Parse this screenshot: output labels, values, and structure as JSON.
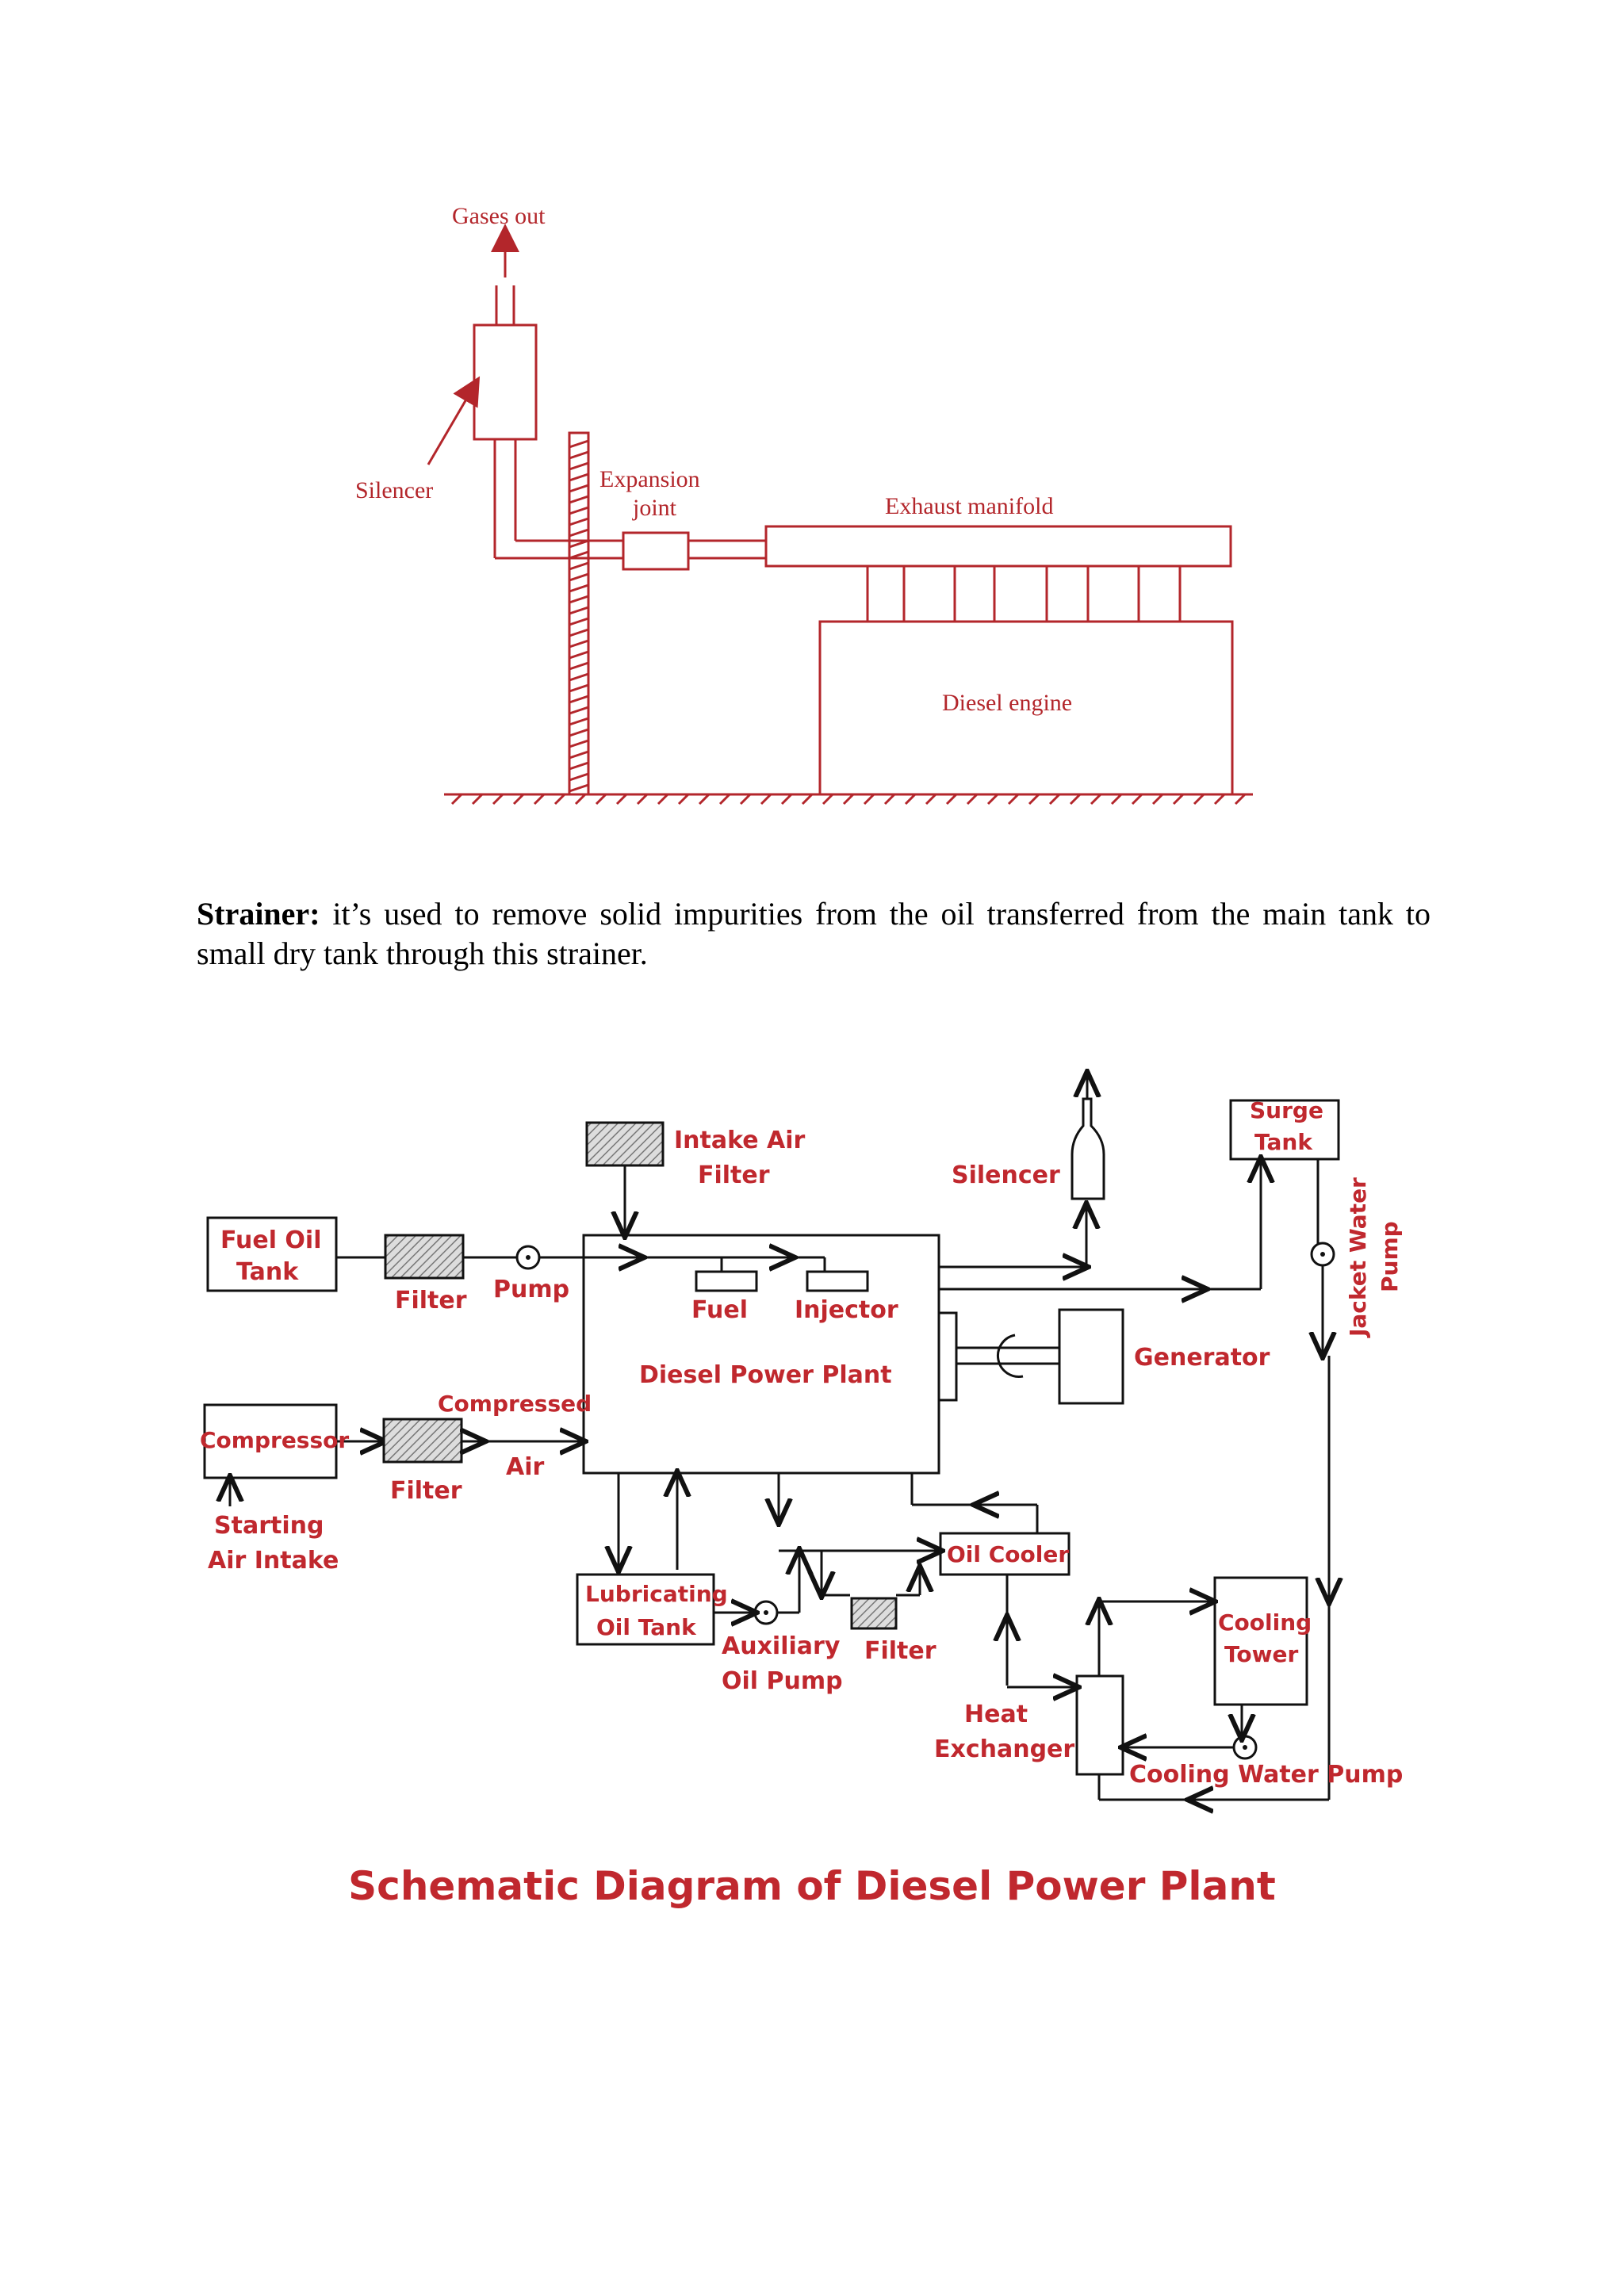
{
  "exhaust_diagram": {
    "gases_out": "Gases out",
    "silencer": "Silencer",
    "expansion_joint_line1": "Expansion",
    "expansion_joint_line2": "joint",
    "exhaust_manifold": "Exhaust manifold",
    "diesel_engine": "Diesel engine"
  },
  "paragraph": {
    "term": "Strainer:",
    "text": " it’s used to remove solid impurities from the oil transferred from the main tank to small dry tank through this strainer."
  },
  "schematic": {
    "intake_air_filter_1": "Intake Air",
    "intake_air_filter_2": "Filter",
    "silencer": "Silencer",
    "surge_tank_1": "Surge",
    "surge_tank_2": "Tank",
    "jacket_water_pump_1": "Jacket Water",
    "jacket_water_pump_2": "Pump",
    "fuel_oil_tank_1": "Fuel Oil",
    "fuel_oil_tank_2": "Tank",
    "filter_fuel": "Filter",
    "pump": "Pump",
    "fuel": "Fuel",
    "injector": "Injector",
    "diesel_power_plant": "Diesel Power Plant",
    "generator": "Generator",
    "compressed": "Compressed",
    "air": "Air",
    "compressor": "Compressor",
    "filter_air": "Filter",
    "starting_air_intake_1": "Starting",
    "starting_air_intake_2": "Air Intake",
    "oil_cooler": "Oil Cooler",
    "lubricating_oil_tank_1": "Lubricating",
    "lubricating_oil_tank_2": "Oil Tank",
    "auxiliary_oil_pump_1": "Auxiliary",
    "auxiliary_oil_pump_2": "Oil Pump",
    "filter_oil": "Filter",
    "cooling_tower_1": "Cooling",
    "cooling_tower_2": "Tower",
    "heat_exchanger_1": "Heat",
    "heat_exchanger_2": "Exchanger",
    "cooling_water_pump": "Cooling Water Pump",
    "title": "Schematic Diagram of Diesel Power Plant"
  },
  "colors": {
    "diagram_red": "#c0282e",
    "text": "#000000"
  }
}
